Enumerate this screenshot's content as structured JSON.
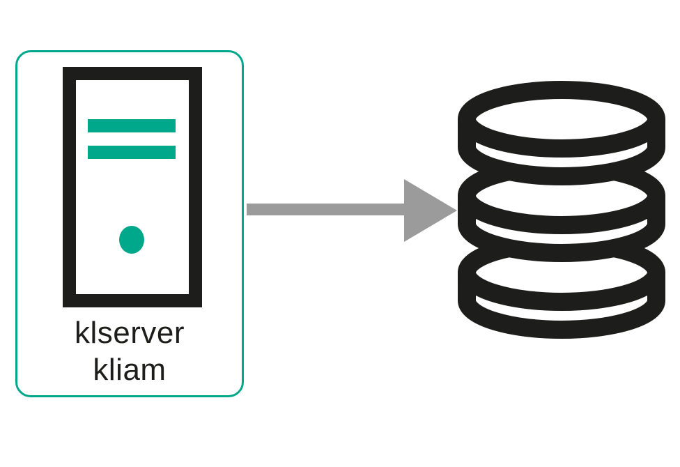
{
  "diagram": {
    "server_node": {
      "label_line1": "klserver",
      "label_line2": "kliam",
      "icon": "server-tower-icon"
    },
    "connector": {
      "type": "arrow",
      "direction": "left-to-right"
    },
    "database_node": {
      "icon": "database-icon",
      "disk_count": "3"
    }
  },
  "colors": {
    "teal": "#00a88b",
    "ink": "#1d1d1b",
    "arrow-gray": "#9b9b9b",
    "bg": "#ffffff"
  }
}
